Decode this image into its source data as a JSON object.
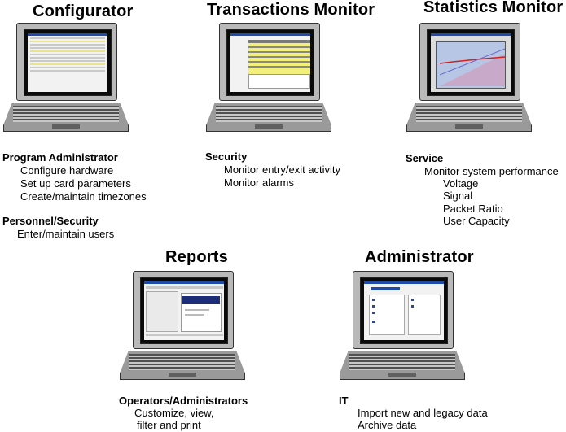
{
  "panels": {
    "configurator": {
      "title": "Configurator",
      "role": "Program Administrator",
      "items": [
        "Configure hardware",
        "Set up card parameters",
        "Create/maintain timezones"
      ],
      "role2": "Personnel/Security",
      "items2": [
        "Enter/maintain users"
      ]
    },
    "transactions": {
      "title": "Transactions Monitor",
      "role": "Security",
      "items": [
        "Monitor entry/exit activity",
        "Monitor alarms"
      ]
    },
    "statistics": {
      "title": "Statistics Monitor",
      "role": "Service",
      "intro": "Monitor system performance",
      "items": [
        "Voltage",
        "Signal",
        "Packet Ratio",
        "User Capacity"
      ]
    },
    "reports": {
      "title": "Reports",
      "role": "Operators/Administrators",
      "lines": [
        "Customize, view,",
        "filter and print"
      ]
    },
    "administrator": {
      "title": "Administrator",
      "role": "IT",
      "items": [
        "Import new and legacy data",
        "Archive data"
      ]
    }
  },
  "colors": {
    "screen_blue": "#1e4aa8",
    "highlight_yellow": "#f2ef7a",
    "chart_bg": "#b8c6e6",
    "report_banner": "#1d2d7a"
  }
}
